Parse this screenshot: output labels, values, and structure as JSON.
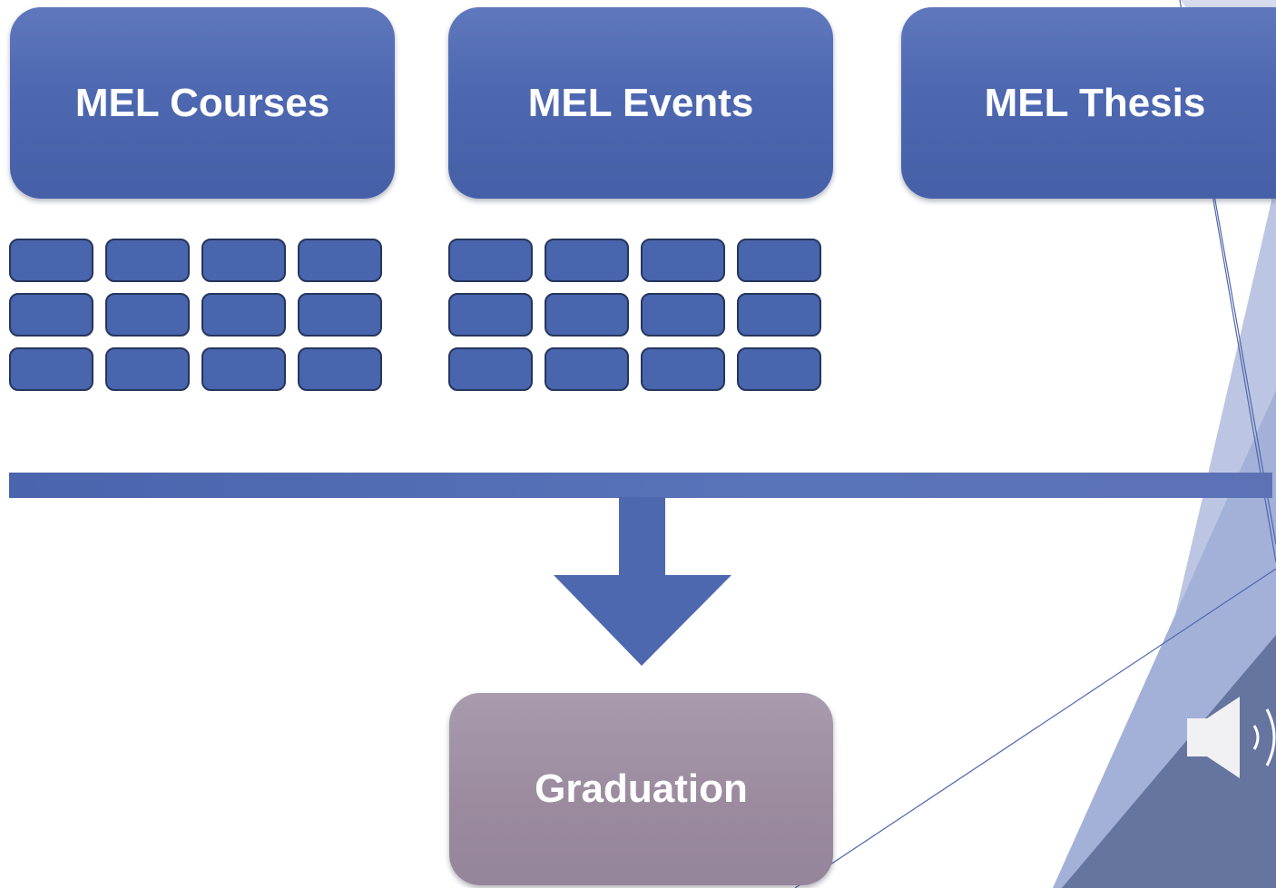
{
  "headers": {
    "courses": "MEL Courses",
    "events": "MEL Events",
    "thesis": "MEL Thesis"
  },
  "graduation": "Graduation",
  "grids": {
    "courses": {
      "rows": 3,
      "cols": 4
    },
    "events": {
      "rows": 3,
      "cols": 4
    }
  },
  "icons": {
    "speaker": "speaker-icon"
  },
  "colors": {
    "header_blue": "#4d67b0",
    "cell_blue": "#4865ad",
    "graduation_mauve": "#9c8b9f",
    "bar_blue": "#4e68b0",
    "background_decor": "#6a7bb4"
  }
}
